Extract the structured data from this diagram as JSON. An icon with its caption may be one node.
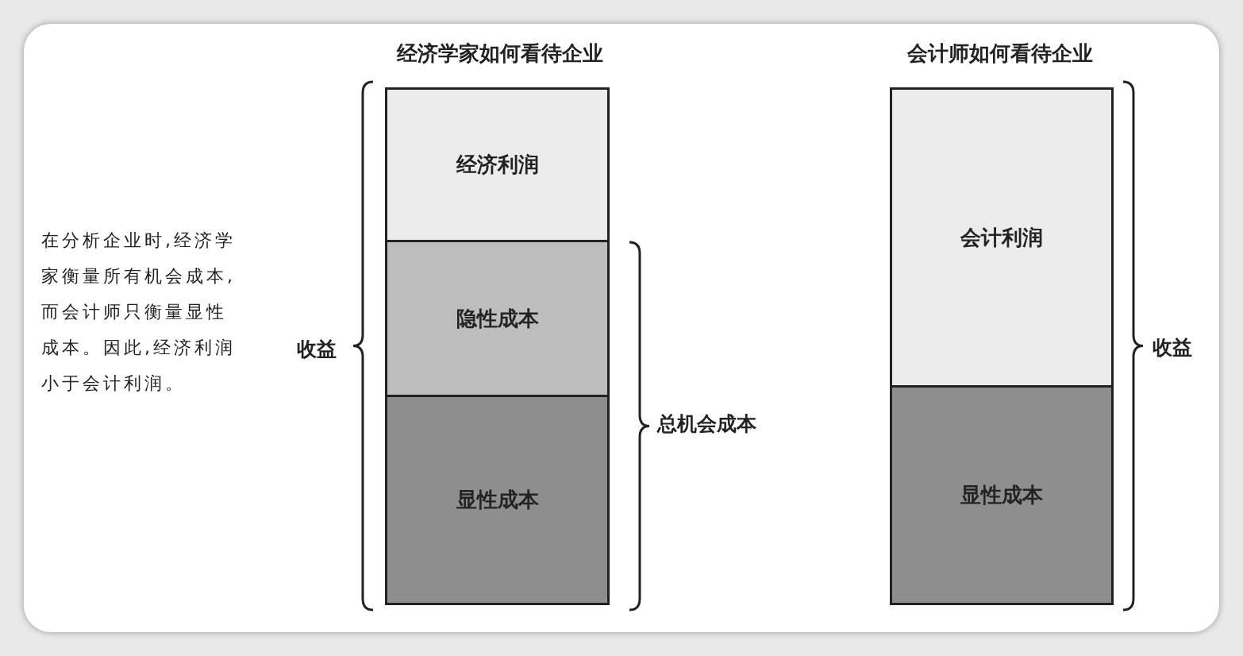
{
  "diagram": {
    "nodes": [
      {
        "text": [
          "经济利润"
        ]
      },
      {
        "text": [
          "隐性成本"
        ]
      },
      {
        "text": [
          "显性成本"
        ]
      },
      {
        "text": [
          "会计利润"
        ]
      },
      {
        "text": [
          "显性成本"
        ]
      }
    ],
    "labels": [
      "经济学家如何看待企业",
      "会计师如何看待企业",
      "在分析企业时,经济学家衡量所有机会成本,而会计师只衡量显性成本。因此,经济利润小于会计利润。",
      "收益",
      "总机会成本",
      "收益"
    ]
  }
}
